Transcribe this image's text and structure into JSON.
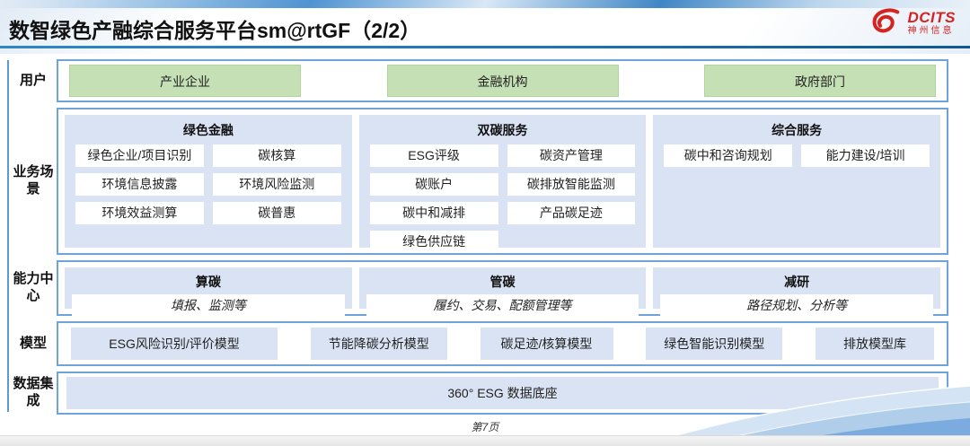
{
  "header": {
    "title": "数智绿色产融综合服务平台sm@rtGF（2/2）",
    "logo": {
      "brand": "DCITS",
      "brand_cn": "神州信息",
      "brand_color": "#d42321"
    }
  },
  "rows": {
    "users": {
      "label": "用户",
      "items": [
        "产业企业",
        "金融机构",
        "政府部门"
      ]
    },
    "scenarios": {
      "label": "业务场景",
      "columns": [
        {
          "title": "绿色金融",
          "items": [
            "绿色企业/项目识别",
            "碳核算",
            "环境信息披露",
            "环境风险监测",
            "环境效益测算",
            "碳普惠"
          ]
        },
        {
          "title": "双碳服务",
          "items": [
            "ESG评级",
            "碳资产管理",
            "碳账户",
            "碳排放智能监测",
            "碳中和减排",
            "产品碳足迹",
            "绿色供应链"
          ]
        },
        {
          "title": "综合服务",
          "items": [
            "碳中和咨询规划",
            "能力建设/培训"
          ]
        }
      ]
    },
    "capabilities": {
      "label": "能力中心",
      "columns": [
        {
          "title": "算碳",
          "detail": "填报、监测等"
        },
        {
          "title": "管碳",
          "detail": "履约、交易、配额管理等"
        },
        {
          "title": "减研",
          "detail": "路径规划、分析等"
        }
      ]
    },
    "models": {
      "label": "模型",
      "items": [
        "ESG风险识别/评价模型",
        "节能降碳分析模型",
        "碳足迹/核算模型",
        "绿色智能识别模型",
        "排放模型库"
      ]
    },
    "data_integration": {
      "label": "数据集成",
      "items": [
        "360° ESG 数据底座"
      ]
    }
  },
  "footer": {
    "page": "第7页"
  },
  "colors": {
    "accent_blue": "#5b9bd5",
    "panel_blue": "#dae3f3",
    "user_green": "#c5e0b4",
    "title_rule": "#2176b4",
    "brand_red": "#d42321"
  }
}
